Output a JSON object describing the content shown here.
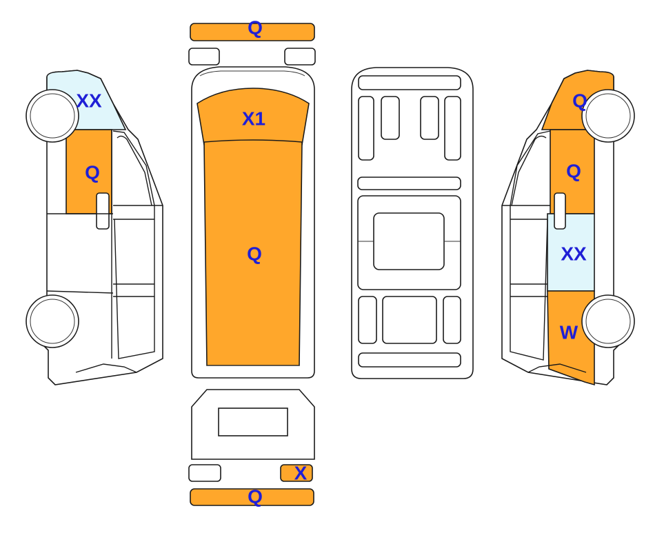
{
  "colors": {
    "orange": "#ffa72b",
    "light_blue": "#e0f6fb",
    "text": "#1f1fd6",
    "outline": "#1a1a1a"
  },
  "labels": {
    "front_bumper": "Q",
    "roof_front": "X1",
    "roof_main": "Q",
    "rear_light_right": "X",
    "rear_bumper": "Q",
    "left_front_fender": "XX",
    "left_front_door": "Q",
    "right_front_fender": "Q",
    "right_front_door": "Q",
    "right_slide_door": "XX",
    "right_rear_quarter": "W"
  }
}
